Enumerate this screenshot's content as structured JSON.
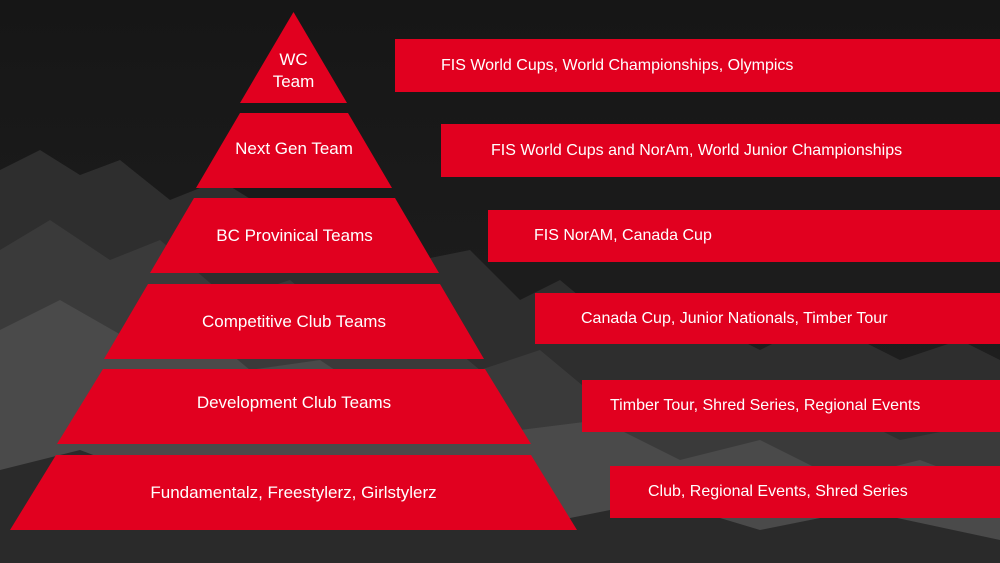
{
  "pyramid": {
    "tiers": [
      {
        "line1": "WC",
        "line2": "Team"
      },
      {
        "label": "Next Gen Team"
      },
      {
        "label": "BC Provinical Teams"
      },
      {
        "label": "Competitive Club Teams"
      },
      {
        "label": "Development Club Teams"
      },
      {
        "label": "Fundamentalz, Freestylerz, Girlstylerz"
      }
    ]
  },
  "competitions": [
    "FIS World Cups, World Championships, Olympics",
    "FIS World Cups and NorAm, World Junior Championships",
    "FIS NorAM, Canada Cup",
    "Canada Cup, Junior Nationals, Timber Tour",
    "Timber Tour, Shred Series, Regional Events",
    "Club, Regional Events, Shred Series"
  ],
  "colors": {
    "accent": "#e1001f",
    "background": "#1b1b1b",
    "text": "#ffffff"
  }
}
